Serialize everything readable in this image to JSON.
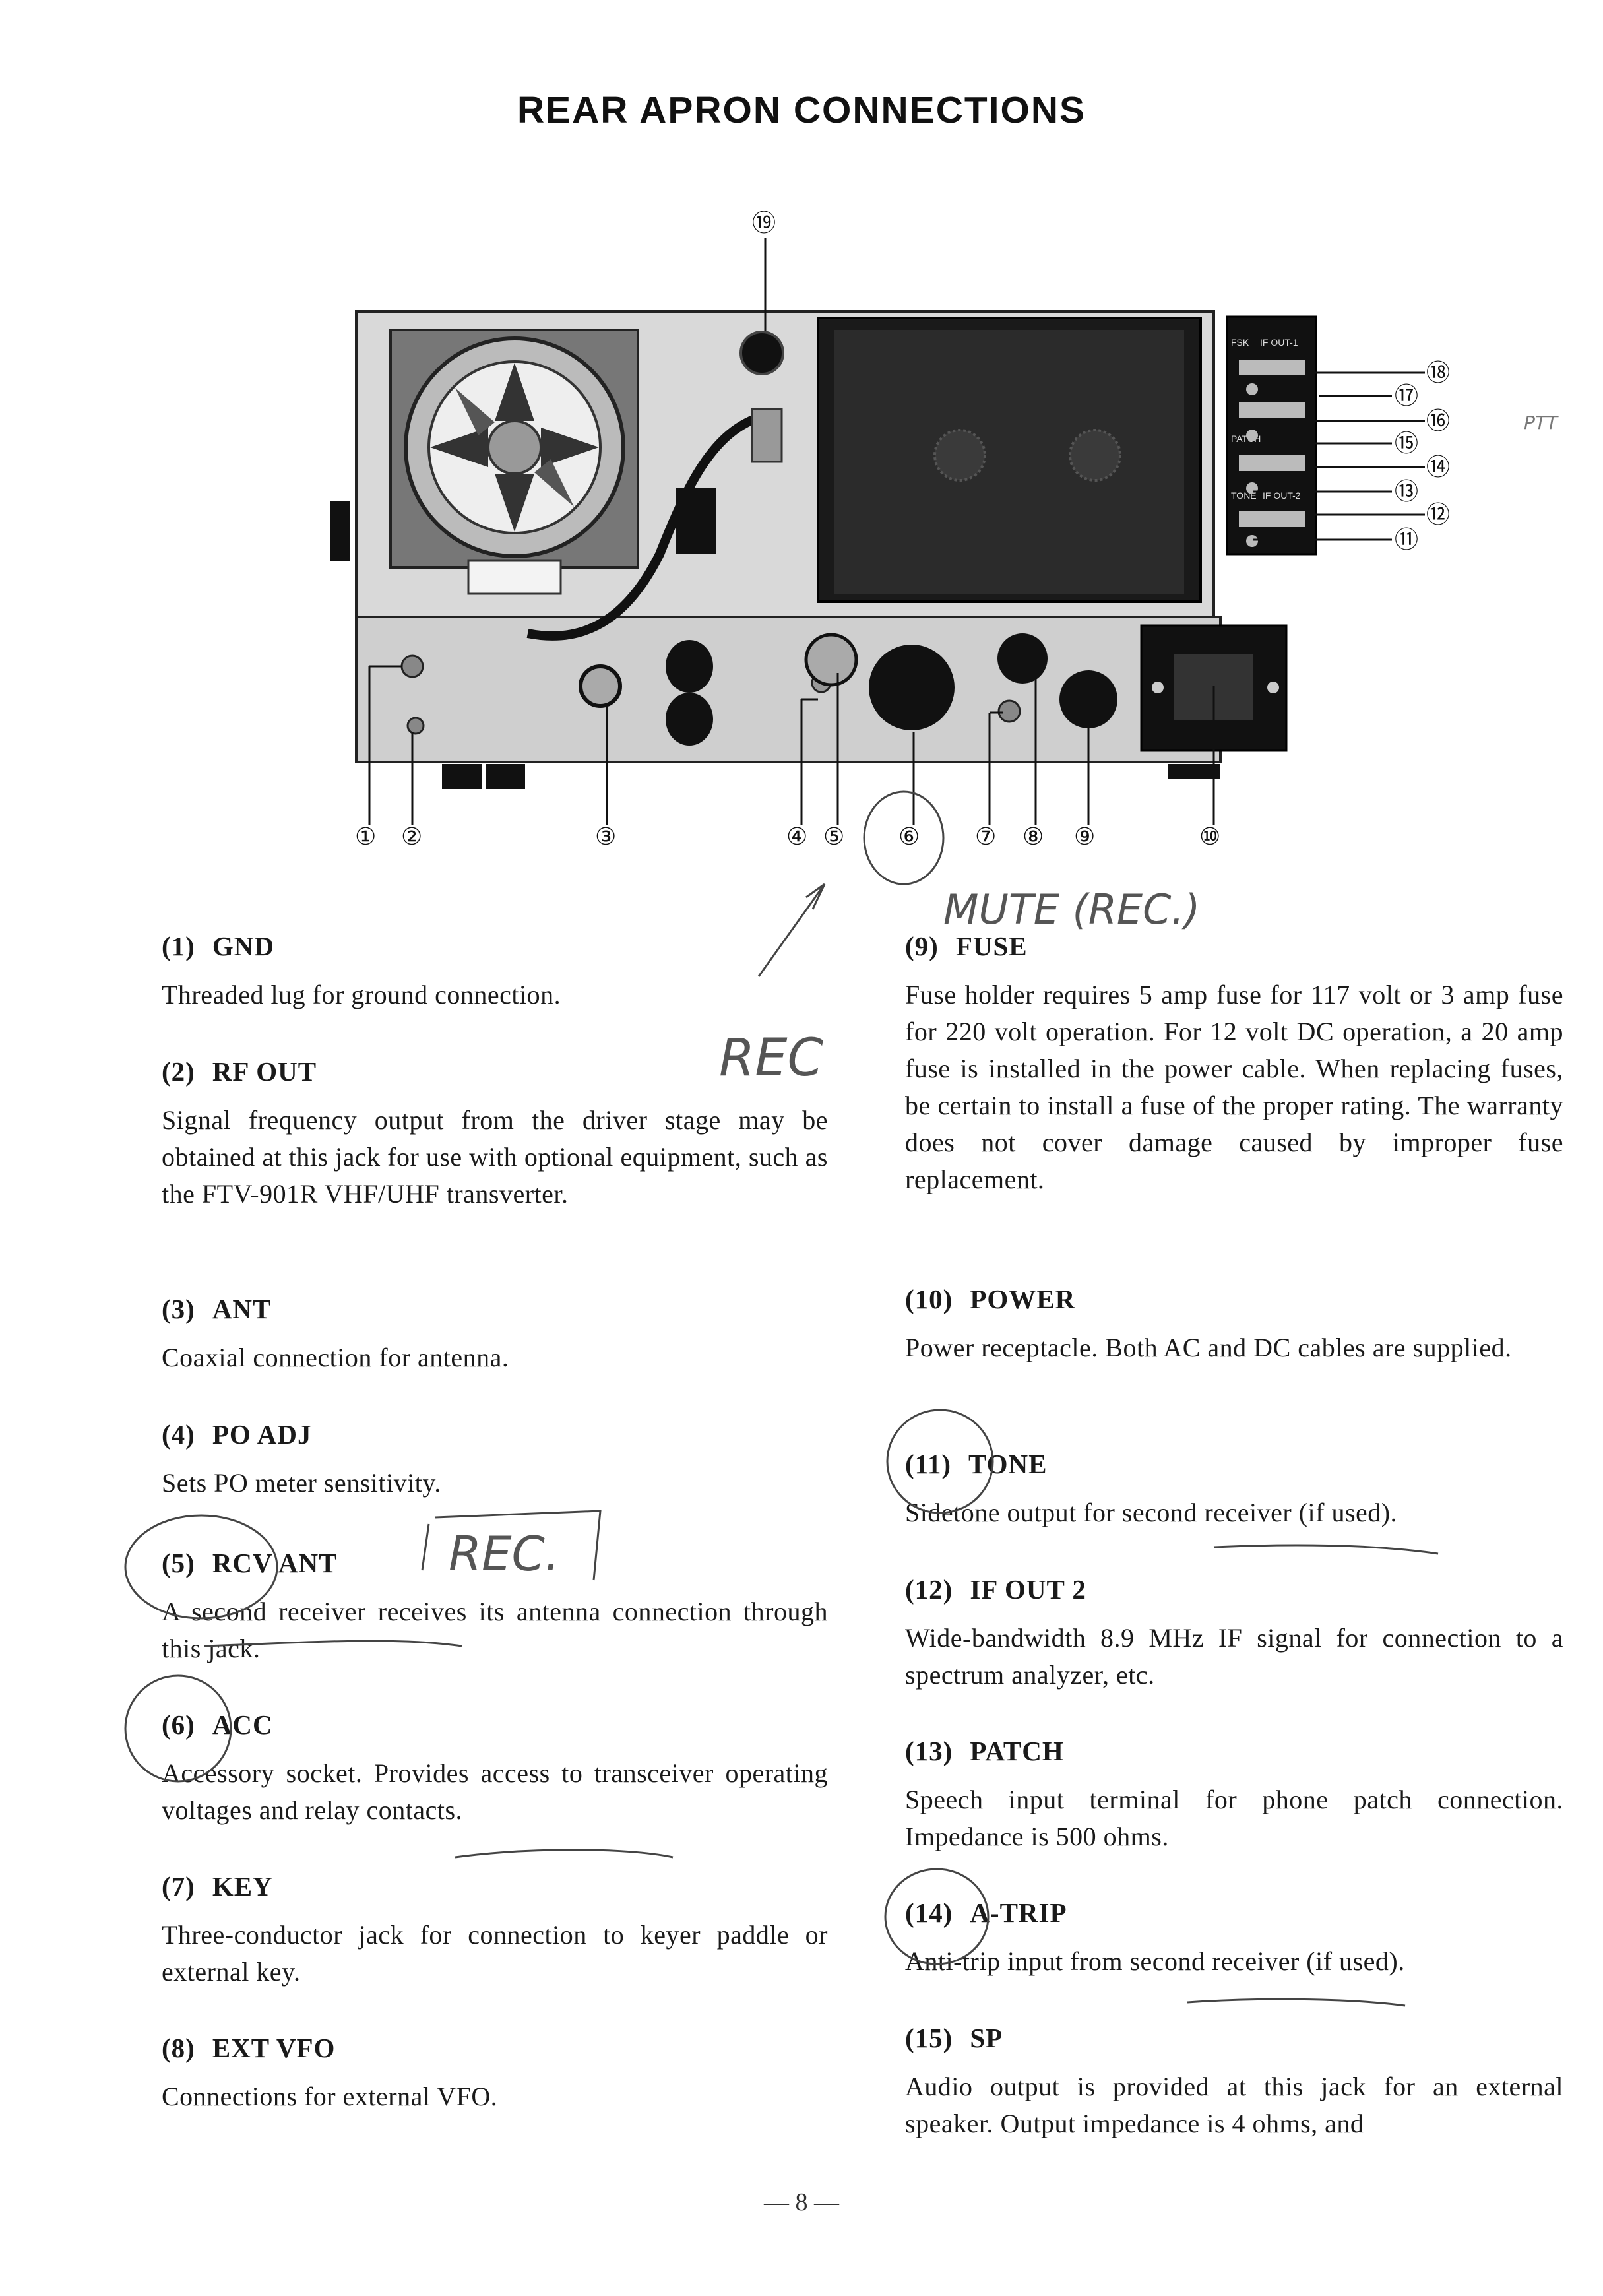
{
  "page": {
    "title": "REAR APRON CONNECTIONS",
    "page_number": "— 8 —"
  },
  "figure": {
    "callouts": [
      "①",
      "②",
      "③",
      "④",
      "⑤",
      "⑥",
      "⑦",
      "⑧",
      "⑨",
      "⑩",
      "⑪",
      "⑫",
      "⑬",
      "⑭",
      "⑮",
      "⑯",
      "⑰",
      "⑱",
      "⑲"
    ],
    "panel_labels": {
      "fsk": "FSK",
      "if_out_1": "IF OUT-1",
      "patch": "PATCH",
      "tone": "TONE",
      "if_out_2": "IF OUT-2"
    }
  },
  "annotations": {
    "mute_rec": "MUTE (REC.)",
    "rec_1": "REC",
    "rec_2": "REC.",
    "ptt": "PTT"
  },
  "left_entries": [
    {
      "num": "(1)",
      "label": "GND",
      "text": "Threaded lug for ground connection."
    },
    {
      "num": "(2)",
      "label": "RF OUT",
      "text": "Signal frequency output from the driver stage may be obtained at this jack for use with optional equipment, such as the FTV-901R VHF/UHF transverter."
    },
    {
      "num": "(3)",
      "label": "ANT",
      "text": "Coaxial connection for antenna."
    },
    {
      "num": "(4)",
      "label": "PO ADJ",
      "text": "Sets PO meter sensitivity."
    },
    {
      "num": "(5)",
      "label": "RCV ANT",
      "text": "A second receiver receives its antenna connection through this jack."
    },
    {
      "num": "(6)",
      "label": "ACC",
      "text": "Accessory socket. Provides access to transceiver operating voltages and relay contacts."
    },
    {
      "num": "(7)",
      "label": "KEY",
      "text": "Three-conductor jack for connection to keyer paddle or external key."
    },
    {
      "num": "(8)",
      "label": "EXT VFO",
      "text": "Connections for external VFO."
    }
  ],
  "right_entries": [
    {
      "num": "(9)",
      "label": "FUSE",
      "text": "Fuse holder requires 5 amp fuse for 117 volt or 3 amp fuse for 220 volt operation. For 12 volt DC operation, a 20 amp fuse is installed in the power cable. When replacing fuses, be certain to install a fuse of the proper rating. The warranty does not cover damage caused by improper fuse replacement."
    },
    {
      "num": "(10)",
      "label": "POWER",
      "text": "Power receptacle. Both AC and DC cables are supplied."
    },
    {
      "num": "(11)",
      "label": "TONE",
      "text": "Sidetone output for second receiver (if used)."
    },
    {
      "num": "(12)",
      "label": "IF OUT 2",
      "text": "Wide-bandwidth 8.9 MHz IF signal for connection to a spectrum analyzer, etc."
    },
    {
      "num": "(13)",
      "label": "PATCH",
      "text": "Speech input terminal for phone patch connection. Impedance is 500 ohms."
    },
    {
      "num": "(14)",
      "label": "A-TRIP",
      "text": "Anti-trip input from second receiver (if used)."
    },
    {
      "num": "(15)",
      "label": "SP",
      "text": "Audio output is provided at this jack for an external speaker. Output impedance is 4 ohms, and"
    }
  ]
}
